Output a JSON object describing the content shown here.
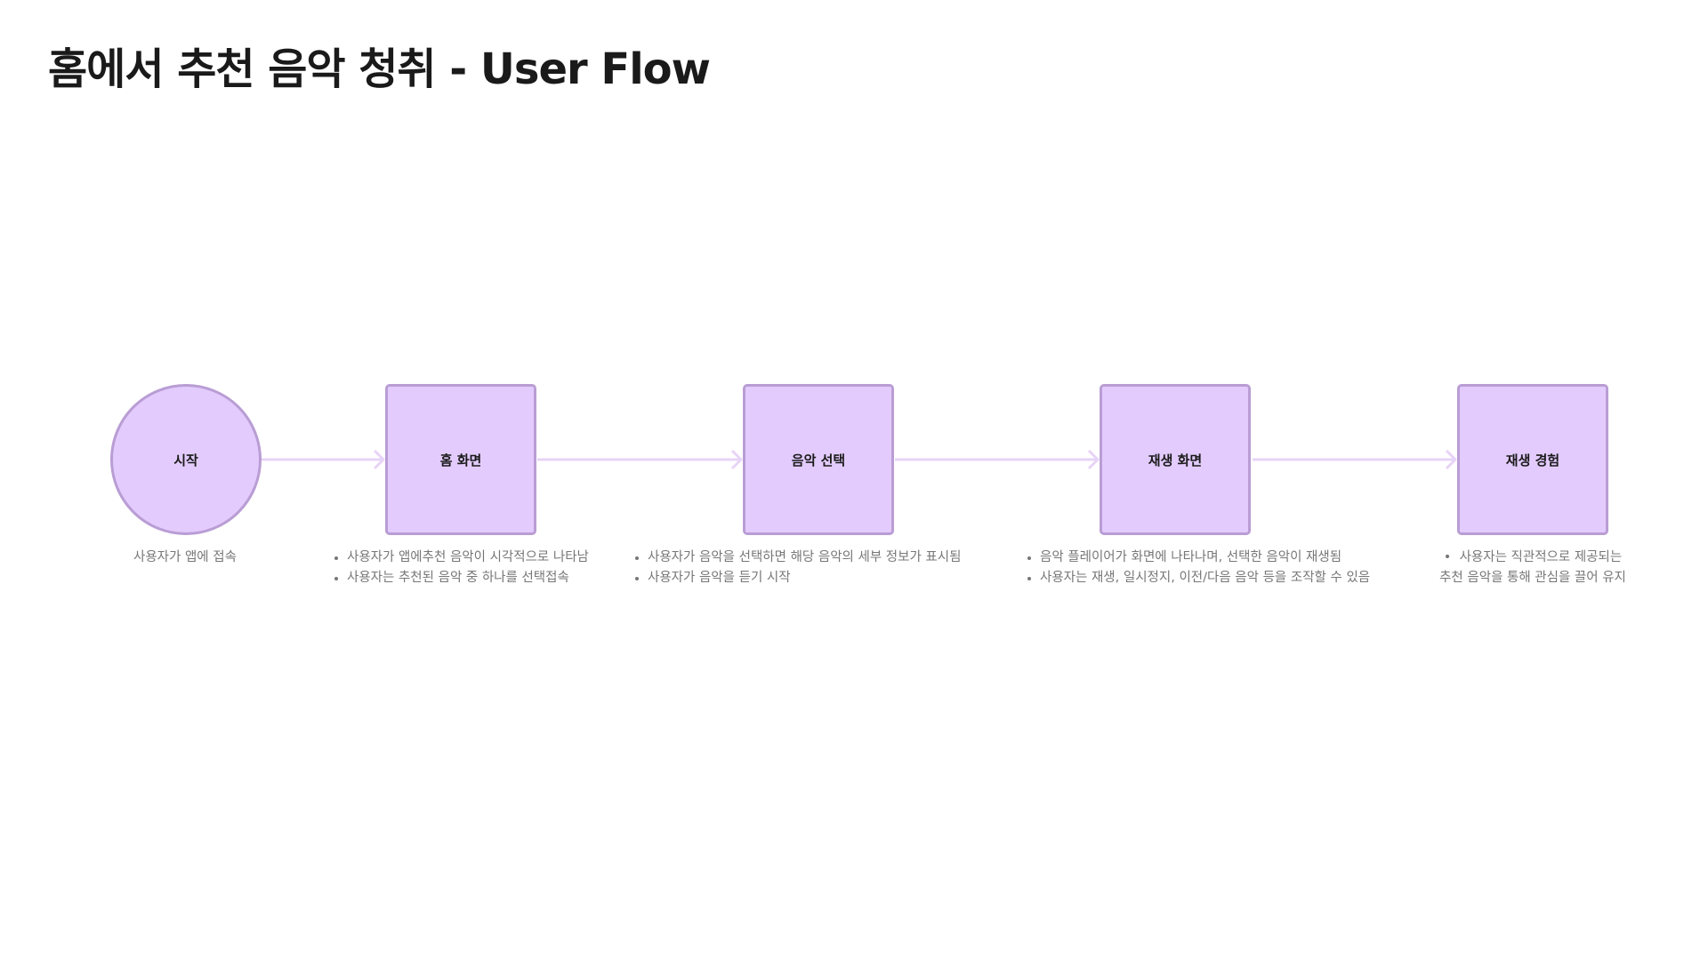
{
  "title": "홈에서 추천 음악 청취 - User Flow",
  "colors": {
    "node_fill": "#e3ccfd",
    "node_border": "#b99dd4",
    "connector": "#e8d4f7",
    "description_text": "#777777",
    "title_text": "#1a1a1a"
  },
  "nodes": [
    {
      "label": "시작",
      "shape": "circle"
    },
    {
      "label": "홈 화면",
      "shape": "square"
    },
    {
      "label": "음악 선택",
      "shape": "square"
    },
    {
      "label": "재생 화면",
      "shape": "square"
    },
    {
      "label": "재생 경험",
      "shape": "square"
    }
  ],
  "descriptions": [
    [
      "사용자가 앱에 접속"
    ],
    [
      "사용자가 앱에추천 음악이 시각적으로 나타남",
      "사용자는 추천된 음악 중 하나를 선택접속"
    ],
    [
      "사용자가 음악을 선택하면 해당 음악의 세부 정보가 표시됨",
      "사용자가 음악을 듣기 시작"
    ],
    [
      "음악 플레이어가 화면에 나타나며, 선택한 음악이 재생됨",
      "사용자는 재생, 일시정지, 이전/다음 음악 등을 조작할 수 있음"
    ],
    [
      "사용자는 직관적으로 제공되는",
      "추천 음악을 통해 관심을 끌어 유지"
    ]
  ]
}
